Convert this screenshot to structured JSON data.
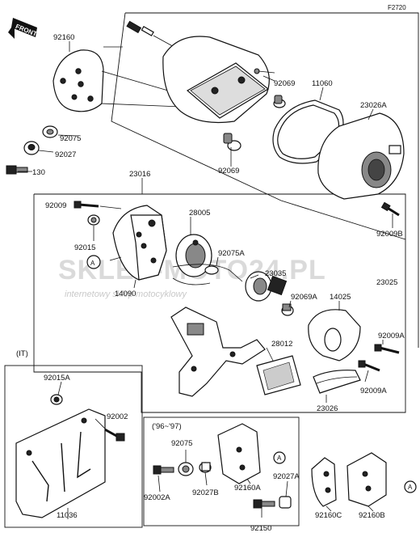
{
  "page_code": "F2720",
  "front_badge": "FRONT",
  "watermark": {
    "brand": "SKLEP-MOTO24.PL",
    "tagline": "internetowy sklep motocyklowy"
  },
  "section_labels": {
    "it": "(IT)",
    "years": "('96~'97)"
  },
  "callout_A": "A",
  "parts": {
    "p92160": "92160",
    "p92075_top": "92075",
    "p92027_top": "92027",
    "p130": "130",
    "p92069_top": "92069",
    "p11060": "11060",
    "p23026A": "23026A",
    "p92069_mid": "92069",
    "p92009B": "92009B",
    "p23016": "23016",
    "p92009_left": "92009",
    "p28005": "28005",
    "p92015": "92015",
    "p92075A": "92075A",
    "p23035": "23035",
    "p14090": "14090",
    "p23025": "23025",
    "p92069A": "92069A",
    "p14025": "14025",
    "p92009A_right": "92009A",
    "p28012": "28012",
    "p92009A_bottom": "92009A",
    "p23026": "23026",
    "p92015A": "92015A",
    "p92002": "92002",
    "p11036": "11036",
    "p92075_bot": "92075",
    "p92002A": "92002A",
    "p92027B": "92027B",
    "p92160A": "92160A",
    "p92027A": "92027A",
    "p92150": "92150",
    "p92160C": "92160C",
    "p92160B": "92160B"
  }
}
